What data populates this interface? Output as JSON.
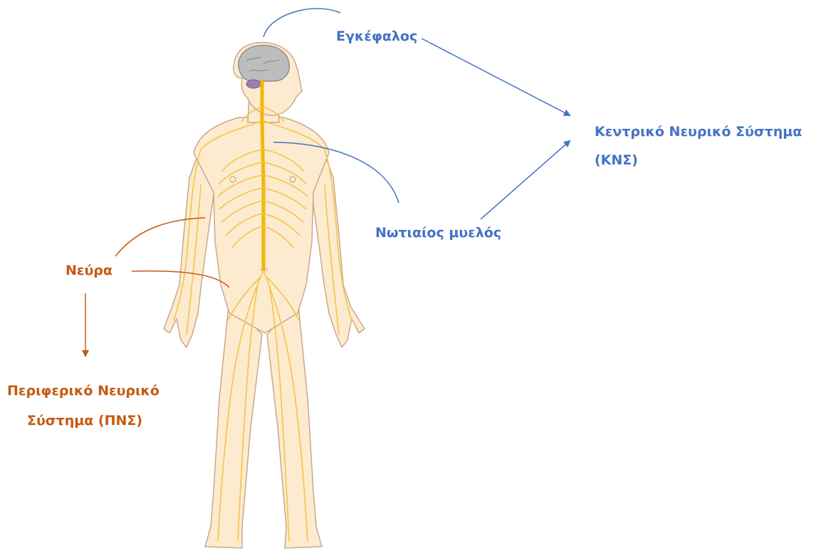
{
  "labels": {
    "brain": "Εγκέφαλος",
    "spinal_cord": "Νωτιαίος μυελός",
    "cns_line1": "Κεντρικό Νευρικό Σύστημα",
    "cns_line2": "(ΚΝΣ)",
    "nerves": "Νεύρα",
    "pns_line1": "Περιφερικό Νευρικό",
    "pns_line2": "Σύστημα (ΠΝΣ)"
  },
  "colors": {
    "central": "#4472C4",
    "peripheral": "#C55A11",
    "skin": "#FDEBD0",
    "skin_outline": "#C9A88C",
    "nerve": "#F2B705",
    "brain": "#BDBDBD"
  }
}
